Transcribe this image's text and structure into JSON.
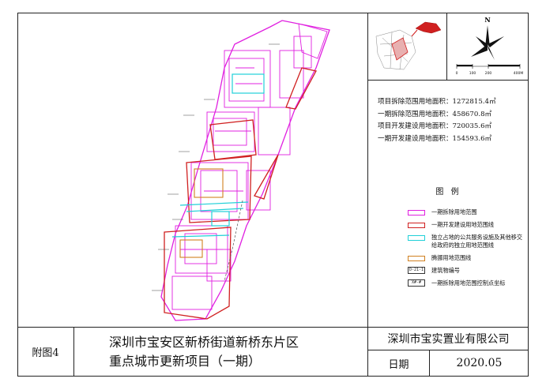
{
  "stats": [
    "项目拆除范围用地面积：1272815.4㎡",
    "一期拆除范围用地面积：458670.8㎡",
    "项目开发建设用地面积：720035.6㎡",
    "一期开发建设用地面积：154593.6㎡"
  ],
  "compass": {
    "north_label": "N",
    "scale_ticks": [
      "0",
      "100",
      "200",
      "400M"
    ]
  },
  "legend": {
    "title": "图 例",
    "items": [
      {
        "label": "一期拆除用地范围",
        "color": "#e020e0",
        "swatch": "line"
      },
      {
        "label": "一期开发建设用地范围线",
        "color": "#d02020",
        "swatch": "line"
      },
      {
        "label": "独立占地的公共服务设施及其他移交给政府的独立用地范围线",
        "color": "#20d0d8",
        "swatch": "line"
      },
      {
        "label": "腾挪用地范围线",
        "color": "#d08020",
        "swatch": "line"
      },
      {
        "label": "建筑物编号",
        "code": "D-21-1",
        "swatch": "code"
      },
      {
        "label": "一期拆除用地范围控制点坐标",
        "code": "X#-#",
        "swatch": "code"
      }
    ]
  },
  "title_block": {
    "figure_label": "附图4",
    "title_line1": "深圳市宝安区新桥街道新桥东片区",
    "title_line2": "重点城市更新项目（一期）",
    "company": "深圳市宝实置业有限公司",
    "date_label": "日期",
    "date_value": "2020.05"
  },
  "colors": {
    "demolition": "#e020e0",
    "development": "#d02020",
    "public": "#20d0d8",
    "relocation": "#d08020",
    "frame": "#222222"
  }
}
